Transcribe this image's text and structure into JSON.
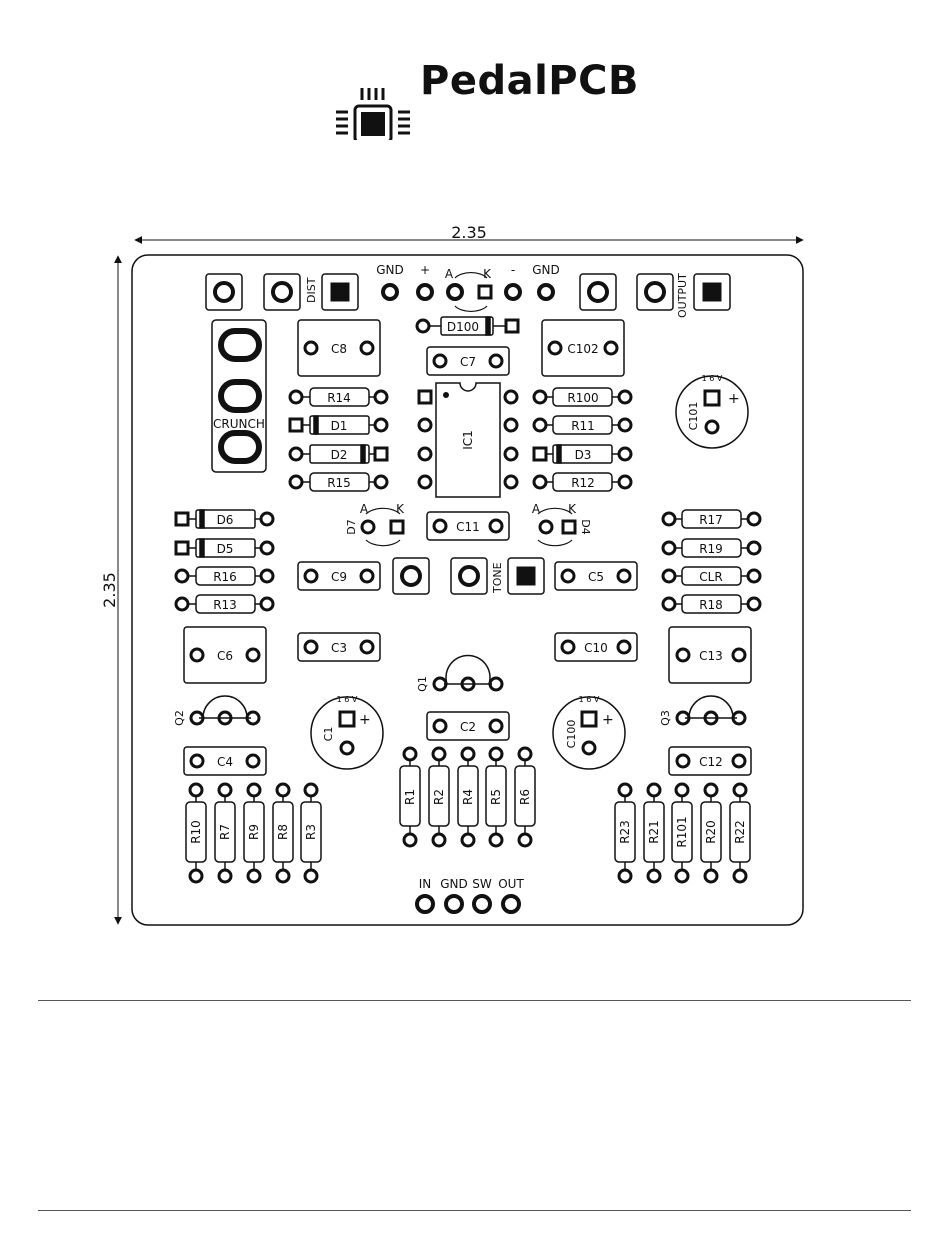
{
  "brand": {
    "name": "PedalPCB",
    "logo_icon": "chip-icon"
  },
  "dimensions": {
    "width": "2.35",
    "height": "2.35"
  },
  "board_labels": {
    "dist": "DIST",
    "output": "OUTPUT",
    "crunch": "CRUNCH",
    "tone": "TONE",
    "gnd_left": "GND",
    "plus": "+",
    "a_top": "A",
    "k_top": "K",
    "minus": "-",
    "gnd_right": "GND",
    "a_d7": "A",
    "k_d7": "K",
    "a_d4": "A",
    "k_d4": "K",
    "in": "IN",
    "gnd_bottom": "GND",
    "sw": "SW",
    "out": "OUT",
    "voltage_mark": "1 6 V",
    "polarity_plus": "+"
  },
  "components": {
    "d100": "D100",
    "c7": "C7",
    "c8": "C8",
    "c102": "C102",
    "c101": "C101",
    "r14": "R14",
    "d1": "D1",
    "d2": "D2",
    "r15": "R15",
    "ic1": "IC1",
    "r100": "R100",
    "r11": "R11",
    "d3": "D3",
    "r12": "R12",
    "d6": "D6",
    "d5": "D5",
    "r16": "R16",
    "r13": "R13",
    "d7": "D7",
    "c11": "C11",
    "d4": "D4",
    "r17": "R17",
    "r19": "R19",
    "clr": "CLR",
    "r18": "R18",
    "c9": "C9",
    "c5": "C5",
    "c6": "C6",
    "c3": "C3",
    "c10": "C10",
    "c13": "C13",
    "q1": "Q1",
    "q2": "Q2",
    "q3": "Q3",
    "c1": "C1",
    "c2": "C2",
    "c100": "C100",
    "c4": "C4",
    "c12": "C12",
    "r10": "R10",
    "r7": "R7",
    "r9": "R9",
    "r8": "R8",
    "r3": "R3",
    "r1": "R1",
    "r2": "R2",
    "r4": "R4",
    "r5": "R5",
    "r6": "R6",
    "r23": "R23",
    "r21": "R21",
    "r101": "R101",
    "r20": "R20",
    "r22": "R22"
  }
}
